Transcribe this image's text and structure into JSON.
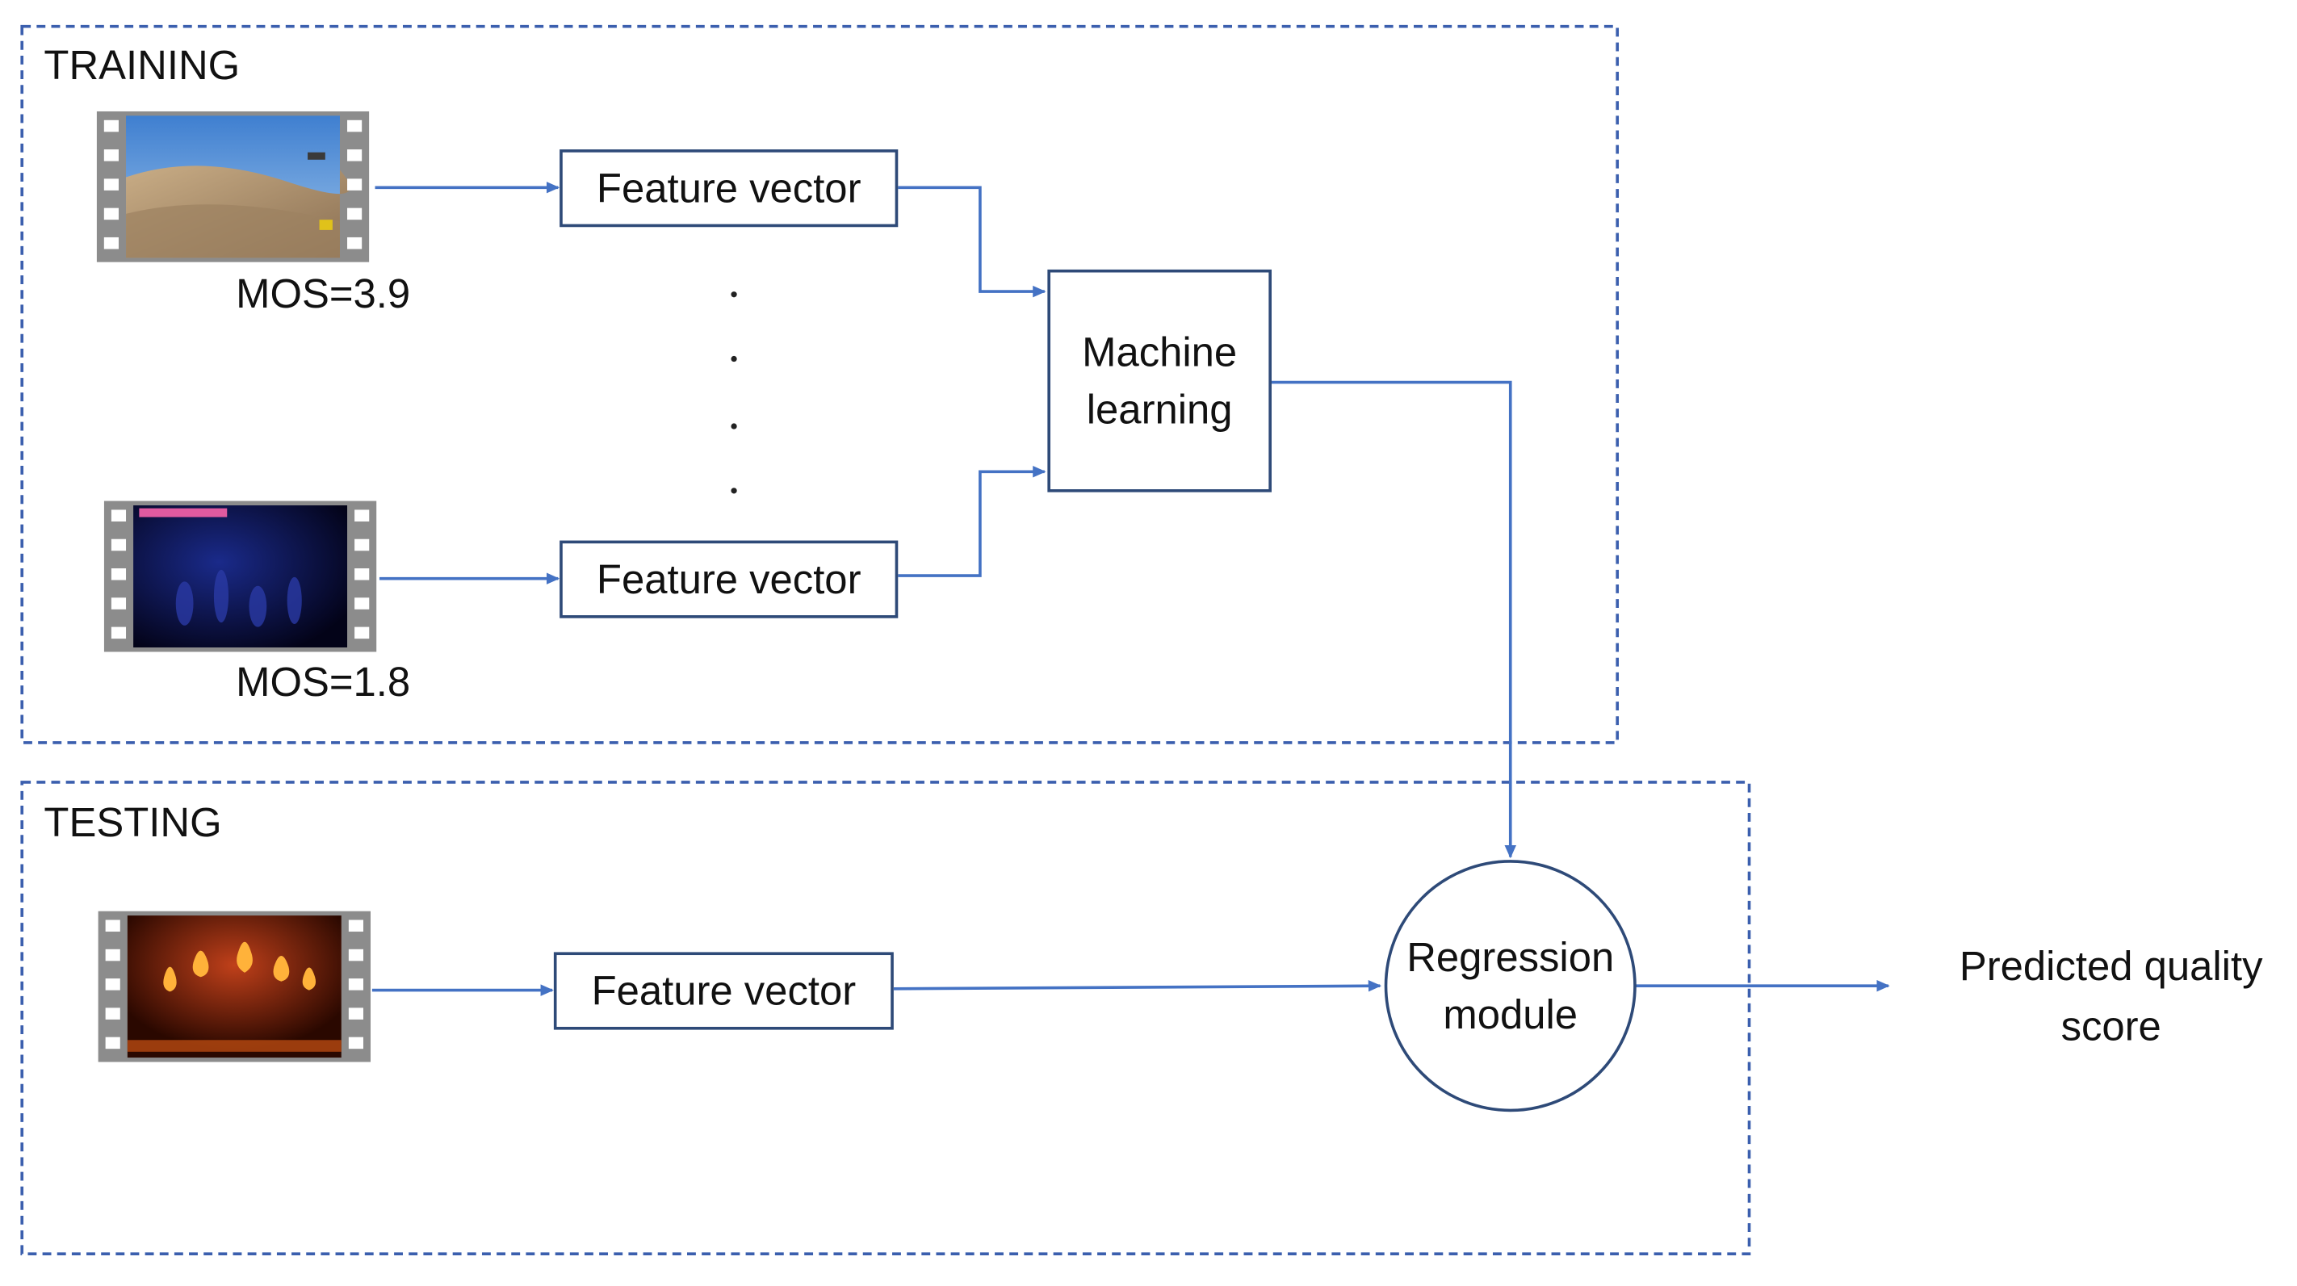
{
  "training": {
    "title": "TRAINING",
    "video1": {
      "mos": "MOS=3.9",
      "icon": "desert-video-thumbnail-icon"
    },
    "video2": {
      "mos": "MOS=1.8",
      "icon": "concert-video-thumbnail-icon"
    },
    "feature1": "Feature vector",
    "feature2": "Feature vector",
    "machine_learning": "Machine\nlearning"
  },
  "testing": {
    "title": "TESTING",
    "video": {
      "icon": "fire-video-thumbnail-icon"
    },
    "feature": "Feature vector",
    "regression": "Regression\nmodule"
  },
  "output": "Predicted quality\nscore",
  "colors": {
    "arrow": "#4472c4",
    "dashed_border": "#3b5fae",
    "box_border": "#2e4a78",
    "film_frame": "#8c8c8c"
  }
}
